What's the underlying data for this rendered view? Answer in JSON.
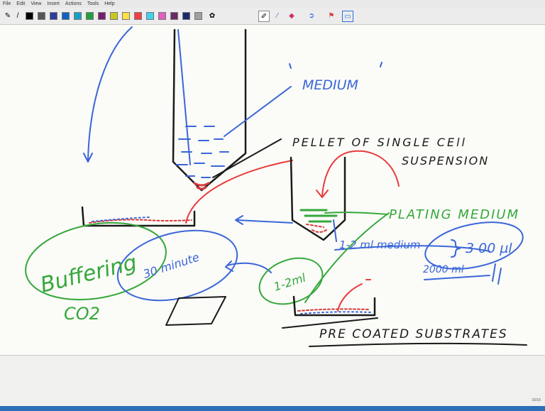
{
  "menu": [
    "File",
    "Edit",
    "View",
    "Insert",
    "Actions",
    "Tools",
    "Help"
  ],
  "toolbar": {
    "swatches": [
      "#000000",
      "#555555",
      "#2c3e9c",
      "#1060c8",
      "#18a0c8",
      "#20a040",
      "#7a1e6a",
      "#c8c820",
      "#ffe040",
      "#f04040",
      "#40d0f0",
      "#e060c0",
      "#6a2a6a",
      "#1a2a6a",
      "#a0a0a0"
    ],
    "tool_icons": [
      "pen-icon",
      "highlighter-icon",
      "eraser-icon",
      "lasso-icon",
      "insert-space-icon",
      "select-icon"
    ]
  },
  "notes": {
    "medium": "MEDIUM",
    "pellet_line1": "PELLET OF SINGLE CEll",
    "pellet_line2": "SUSPENSION",
    "plating": "PLATING MEDIUM",
    "ml_medium": "1-2 ml medium",
    "microliter": "3 00 µl",
    "two_thousand": "2000 ml",
    "buffering": "Buffering",
    "co2": "CO2",
    "minutes": "30 minute",
    "one_two_ml": "1-2ml",
    "substrates": "PRE  COATED  SUBSTRATES"
  },
  "colors": {
    "ink_black": "#1a1a1a",
    "ink_blue": "#3a66d8",
    "ink_red": "#e83a3a",
    "ink_green": "#35a83a",
    "taskbar": "#2a6fb8"
  },
  "status": {
    "page_number": "15/15"
  }
}
